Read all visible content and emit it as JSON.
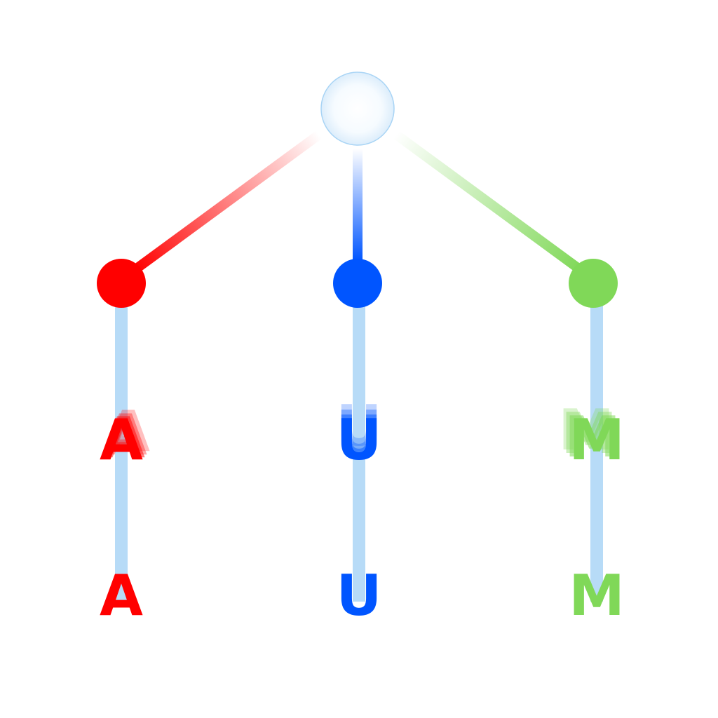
{
  "diagram": {
    "root": {
      "name": "root-node",
      "fill": "#ffffff",
      "stroke": "#a8d4f5"
    },
    "stem_color": "#b7dbf7",
    "branches": [
      {
        "id": "red",
        "color": "#ff0000",
        "letter_upper": "A",
        "letter_lower": "A"
      },
      {
        "id": "blue",
        "color": "#0055ff",
        "letter_upper": "U",
        "letter_lower": "U"
      },
      {
        "id": "green",
        "color": "#80d858",
        "letter_upper": "M",
        "letter_lower": "M"
      }
    ]
  }
}
